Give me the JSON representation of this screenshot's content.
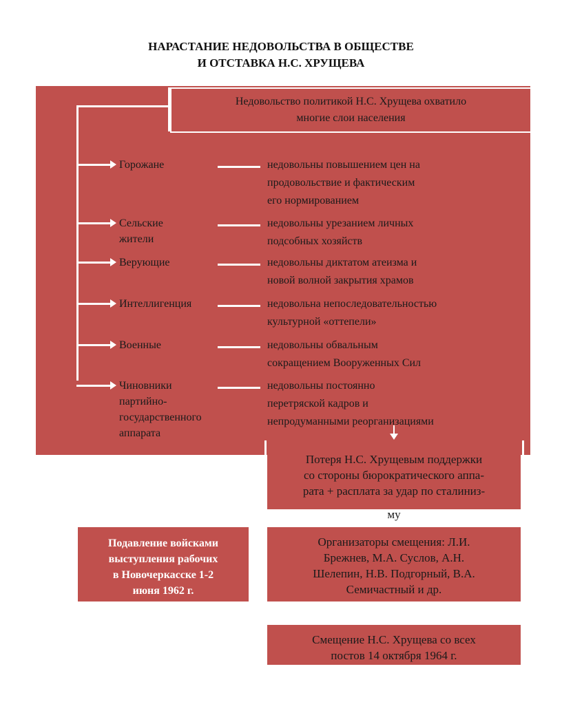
{
  "title": {
    "line1": "НАРАСТАНИЕ НЕДОВОЛЬСТВА  В ОБЩЕСТВЕ",
    "line2": "И ОТСТАВКА Н.С. ХРУЩЕВА"
  },
  "top_box": {
    "line1": "Недовольство политикой Н.С. Хрущева охватило",
    "line2": "многие слои населения"
  },
  "groups": [
    {
      "label": [
        "Горожане"
      ],
      "desc": [
        "недовольны повышением цен на",
        "продовольствие и фактическим",
        "его нормированием"
      ]
    },
    {
      "label": [
        "Сельские",
        "жители"
      ],
      "desc": [
        "недовольны урезанием личных",
        "подсобных хозяйств"
      ]
    },
    {
      "label": [
        "Верующие"
      ],
      "desc": [
        "недовольны диктатом атеизма и",
        "новой волной закрытия храмов"
      ]
    },
    {
      "label": [
        "Интеллигенция"
      ],
      "desc": [
        "недовольна непоследовательностью",
        "культурной «оттепели»"
      ]
    },
    {
      "label": [
        "Военные"
      ],
      "desc": [
        "недовольны обвальным",
        "сокращением Вооруженных Сил"
      ]
    },
    {
      "label": [
        "Чиновники",
        "партийно-",
        "государственного",
        "аппарата"
      ],
      "desc": [
        "недовольны постоянно",
        "перетряской кадров и",
        "непродуманными реорганизациями"
      ]
    }
  ],
  "loss_box": {
    "line1": "Потеря Н.С. Хрущевым поддержки",
    "line2": "со стороны бюрократического аппа-",
    "line3": "рата + расплата за удар по сталиниз-",
    "tail": "му"
  },
  "novocherkassk_box": {
    "line1": "Подавление войсками",
    "line2": "выступления рабочих",
    "line3": "в Новочеркасске 1-2",
    "line4": "июня 1962 г."
  },
  "organizers_box": {
    "line1": "Организаторы смещения: Л.И.",
    "line2": "Брежнев, М.А. Суслов, А.Н.",
    "line3": "Шелепин, Н.В. Подгорный, В.А.",
    "line4": "Семичастный и др."
  },
  "removal_box": {
    "line1": "Смещение Н.С. Хрущева со всех",
    "line2": "постов 14 октября 1964 г."
  },
  "colors": {
    "block": "#c0504d",
    "connector": "#ffffff",
    "text": "#1a1a1a"
  }
}
